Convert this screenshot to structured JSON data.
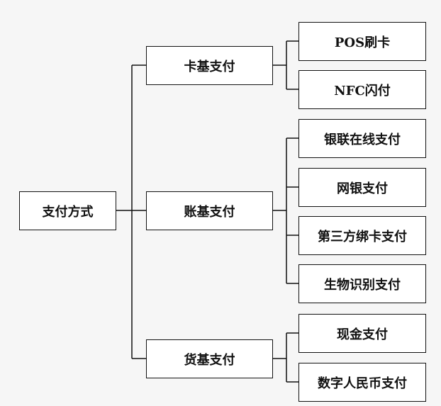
{
  "root": {
    "label": "支付方式"
  },
  "categories": [
    {
      "label": "卡基支付",
      "children": [
        "POS刷卡",
        "NFC闪付"
      ]
    },
    {
      "label": "账基支付",
      "children": [
        "银联在线支付",
        "网银支付",
        "第三方绑卡支付",
        "生物识别支付"
      ]
    },
    {
      "label": "货基支付",
      "children": [
        "现金支付",
        "数字人民币支付"
      ]
    }
  ]
}
